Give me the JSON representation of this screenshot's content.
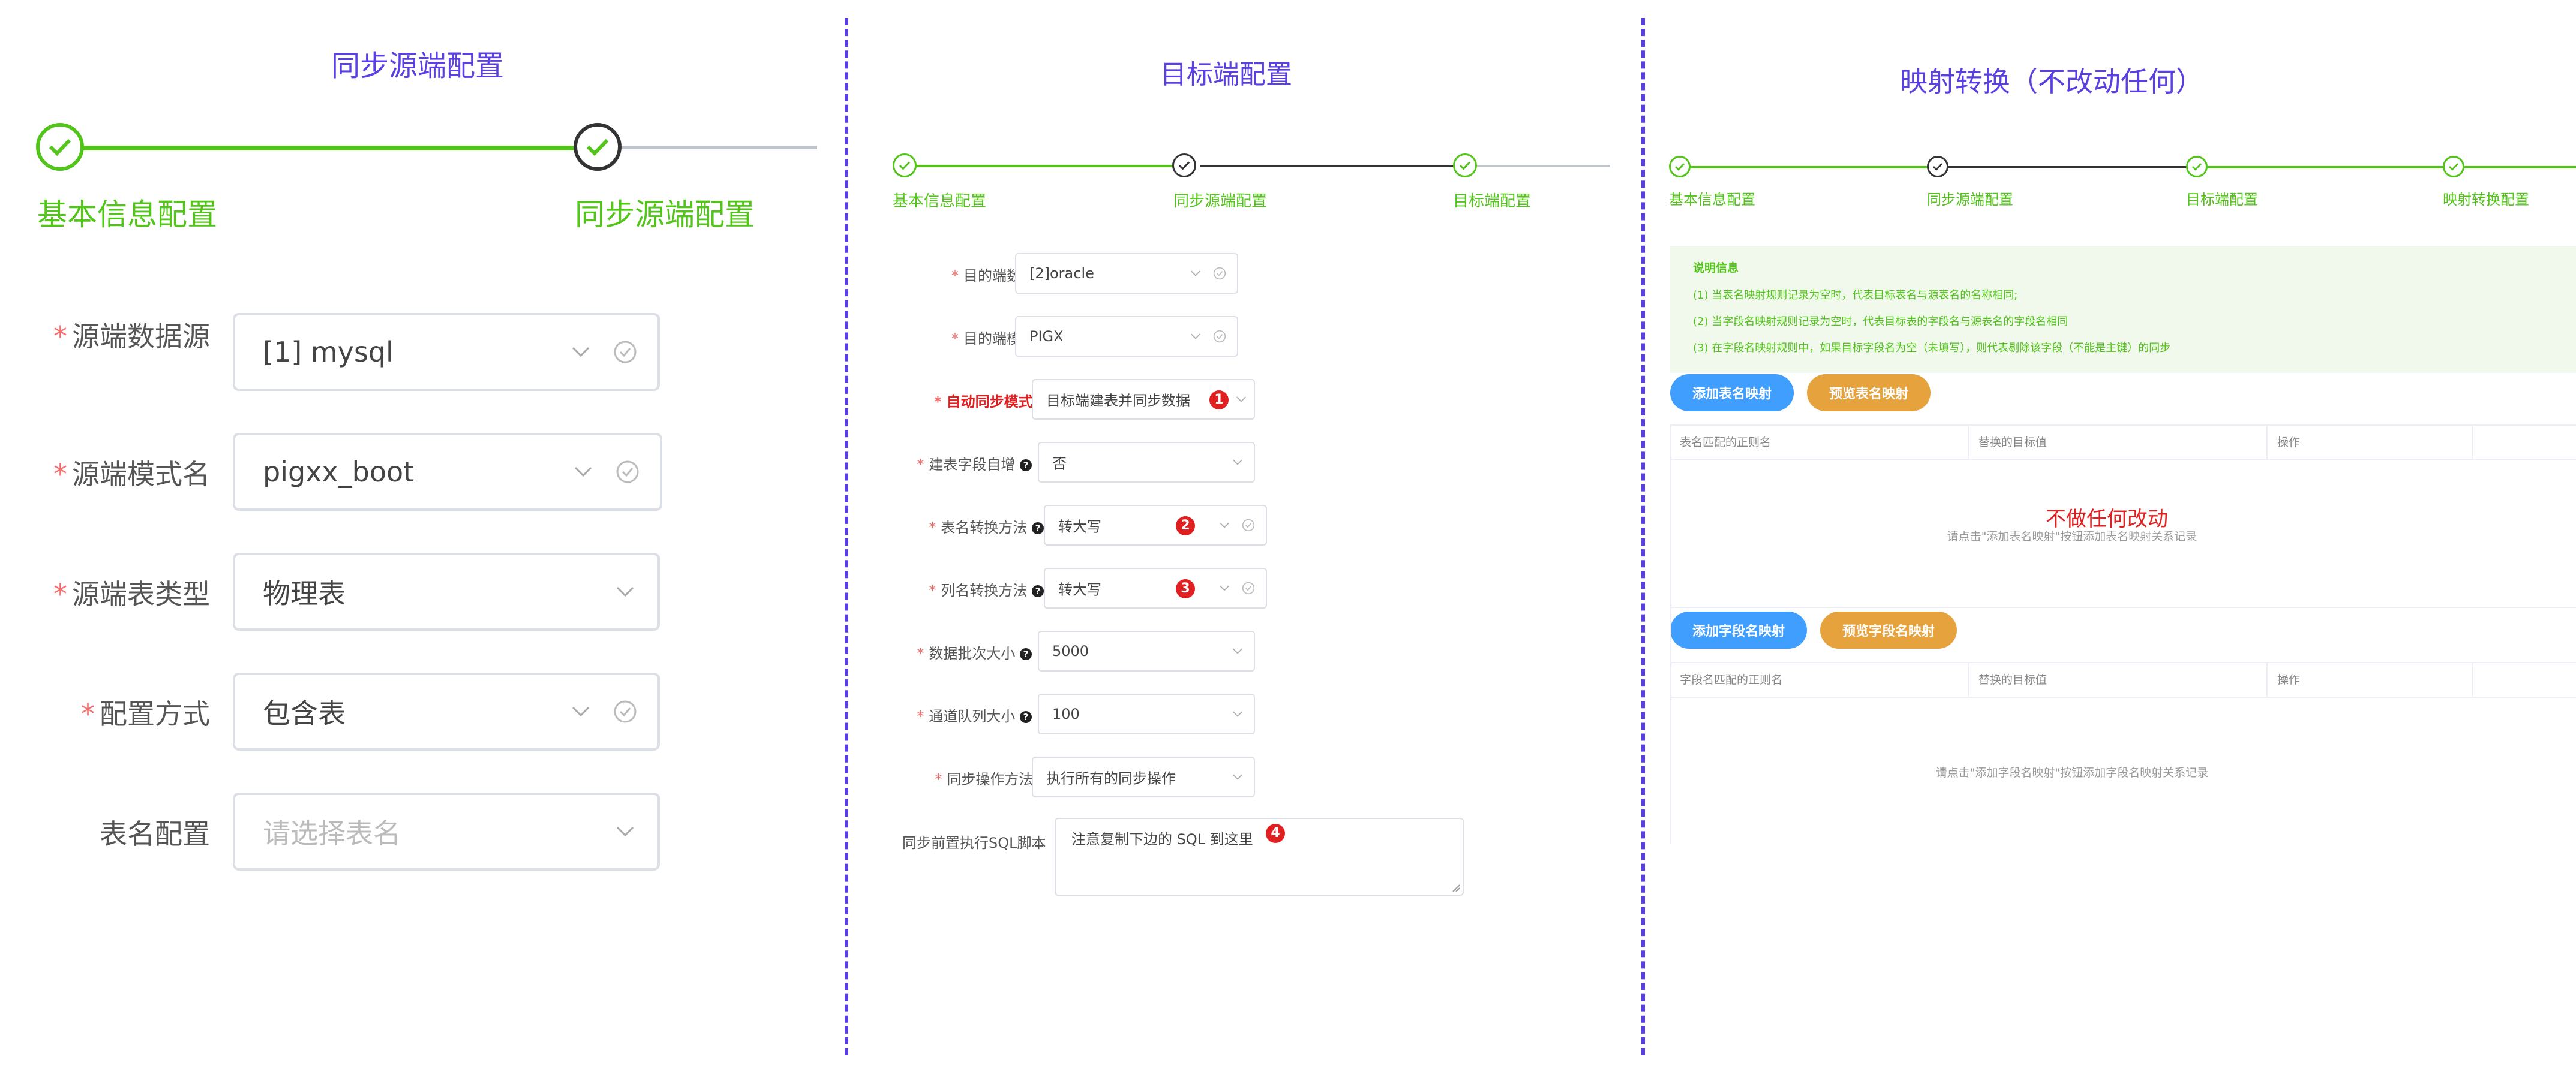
{
  "colors": {
    "accent": "#5b3fe0",
    "success": "#52c41a",
    "danger": "#e02020",
    "primary": "#409eff",
    "warning": "#e6a23c"
  },
  "panel1": {
    "title": "同步源端配置",
    "steps": [
      "基本信息配置",
      "同步源端配置"
    ],
    "fields": [
      {
        "label": "源端数据源",
        "required": true,
        "value": "[1] mysql"
      },
      {
        "label": "源端模式名",
        "required": true,
        "value": "pigxx_boot"
      },
      {
        "label": "源端表类型",
        "required": true,
        "value": "物理表"
      },
      {
        "label": "配置方式",
        "required": true,
        "value": "包含表"
      },
      {
        "label": "表名配置",
        "required": false,
        "placeholder": "请选择表名"
      }
    ]
  },
  "panel2": {
    "title": "目标端配置",
    "steps": [
      "基本信息配置",
      "同步源端配置",
      "目标端配置"
    ],
    "fields": [
      {
        "label": "目的端数据源",
        "value": "[2]oracle"
      },
      {
        "label": "目的端模式名",
        "value": "PIGX"
      },
      {
        "label": "自动同步模式",
        "value": "目标端建表并同步数据",
        "badge": "1"
      },
      {
        "label": "建表字段自增",
        "value": "否"
      },
      {
        "label": "表名转换方法",
        "value": "转大写",
        "badge": "2"
      },
      {
        "label": "列名转换方法",
        "value": "转大写",
        "badge": "3"
      },
      {
        "label": "数据批次大小",
        "value": "5000"
      },
      {
        "label": "通道队列大小",
        "value": "100"
      },
      {
        "label": "同步操作方法",
        "value": "执行所有的同步操作"
      }
    ],
    "sql_label": "同步前置执行SQL脚本",
    "sql_value": "注意复制下边的 SQL 到这里",
    "sql_badge": "4"
  },
  "panel3": {
    "title": "映射转换（不改动任何）",
    "steps": [
      "基本信息配置",
      "同步源端配置",
      "目标端配置",
      "映射转换配置"
    ],
    "info_title": "说明信息",
    "info_lines": [
      "(1) 当表名映射规则记录为空时，代表目标表名与源表名的名称相同;",
      "(2) 当字段名映射规则记录为空时，代表目标表的字段名与源表名的字段名相同",
      "(3) 在字段名映射规则中，如果目标字段名为空（未填写），则代表剔除该字段（不能是主键）的同步"
    ],
    "table_buttons": {
      "add": "添加表名映射",
      "preview": "预览表名映射"
    },
    "table_headers": [
      "表名匹配的正则名",
      "替换的目标值",
      "操作"
    ],
    "annotation": "不做任何改动",
    "table_empty": "请点击\"添加表名映射\"按钮添加表名映射关系记录",
    "field_buttons": {
      "add": "添加字段名映射",
      "preview": "预览字段名映射"
    },
    "field_headers": [
      "字段名匹配的正则名",
      "替换的目标值",
      "操作"
    ],
    "field_empty": "请点击\"添加字段名映射\"按钮添加字段名映射关系记录"
  }
}
